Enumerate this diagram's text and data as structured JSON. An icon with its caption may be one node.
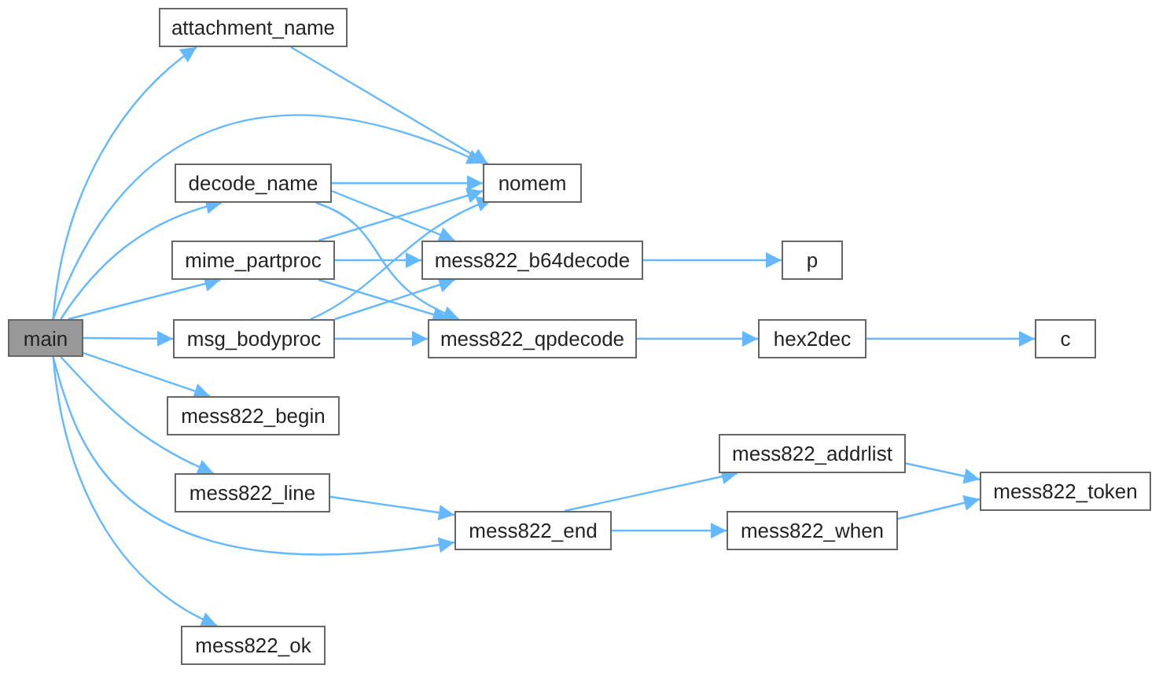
{
  "diagram": {
    "nodes": [
      {
        "text": [
          "main"
        ]
      },
      {
        "text": [
          "attachment_name"
        ]
      },
      {
        "text": [
          "nomem"
        ]
      },
      {
        "text": [
          "decode_name"
        ]
      },
      {
        "text": [
          "mime_partproc"
        ]
      },
      {
        "text": [
          "mess822_b64decode"
        ]
      },
      {
        "text": [
          "msg_bodyproc"
        ]
      },
      {
        "text": [
          "mess822_qpdecode"
        ]
      },
      {
        "text": [
          "p"
        ]
      },
      {
        "text": [
          "hex2dec"
        ]
      },
      {
        "text": [
          "c"
        ]
      },
      {
        "text": [
          "mess822_begin"
        ]
      },
      {
        "text": [
          "mess822_line"
        ]
      },
      {
        "text": [
          "mess822_end"
        ]
      },
      {
        "text": [
          "mess822_addrlist"
        ]
      },
      {
        "text": [
          "mess822_when"
        ]
      },
      {
        "text": [
          "mess822_token"
        ]
      },
      {
        "text": [
          "mess822_ok"
        ]
      }
    ],
    "edges": [
      {
        "from": 0,
        "to": 1,
        "arrow": "to"
      },
      {
        "from": 0,
        "to": 2,
        "arrow": "to"
      },
      {
        "from": 0,
        "to": 3,
        "arrow": "to"
      },
      {
        "from": 0,
        "to": 4,
        "arrow": "to"
      },
      {
        "from": 0,
        "to": 6,
        "arrow": "to"
      },
      {
        "from": 0,
        "to": 11,
        "arrow": "to"
      },
      {
        "from": 0,
        "to": 12,
        "arrow": "to"
      },
      {
        "from": 0,
        "to": 13,
        "arrow": "to"
      },
      {
        "from": 0,
        "to": 17,
        "arrow": "to"
      },
      {
        "from": 1,
        "to": 2,
        "arrow": "to"
      },
      {
        "from": 3,
        "to": 2,
        "arrow": "to"
      },
      {
        "from": 3,
        "to": 5,
        "arrow": "to"
      },
      {
        "from": 3,
        "to": 7,
        "arrow": "to"
      },
      {
        "from": 4,
        "to": 2,
        "arrow": "to"
      },
      {
        "from": 4,
        "to": 5,
        "arrow": "to"
      },
      {
        "from": 4,
        "to": 7,
        "arrow": "to"
      },
      {
        "from": 6,
        "to": 2,
        "arrow": "to"
      },
      {
        "from": 6,
        "to": 5,
        "arrow": "to"
      },
      {
        "from": 6,
        "to": 7,
        "arrow": "to"
      },
      {
        "from": 5,
        "to": 8,
        "arrow": "to"
      },
      {
        "from": 7,
        "to": 9,
        "arrow": "to"
      },
      {
        "from": 9,
        "to": 10,
        "arrow": "to"
      },
      {
        "from": 12,
        "to": 13,
        "arrow": "to"
      },
      {
        "from": 13,
        "to": 14,
        "arrow": "to"
      },
      {
        "from": 13,
        "to": 15,
        "arrow": "to"
      },
      {
        "from": 14,
        "to": 16,
        "arrow": "to"
      },
      {
        "from": 15,
        "to": 16,
        "arrow": "to"
      }
    ]
  }
}
